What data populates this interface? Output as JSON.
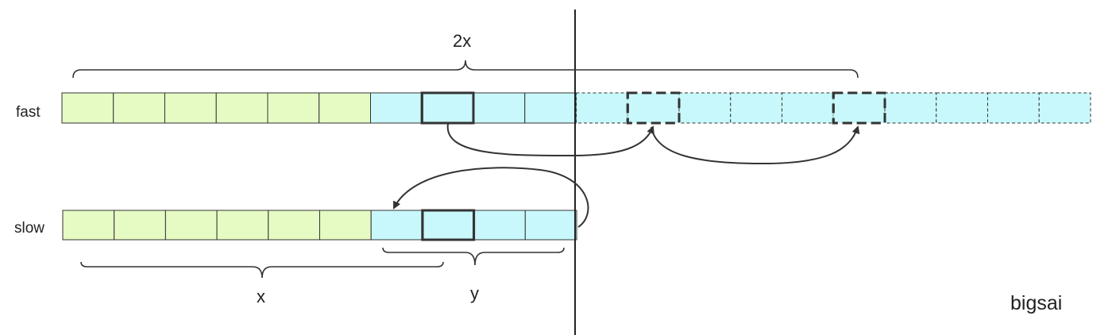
{
  "labels": {
    "fast": "fast",
    "slow": "slow",
    "x": "x",
    "y": "y",
    "two_x": "2x",
    "watermark": "bigsai"
  },
  "colors": {
    "green_cell": "#e6fbc4",
    "blue_cell": "#c8f8fb",
    "stroke": "#333333",
    "watermark": "#2e9e4f"
  },
  "fast_row": {
    "cells": [
      "green",
      "green",
      "green",
      "green",
      "green",
      "green",
      "blue",
      "blue-highlight",
      "blue",
      "blue",
      "blue-dashed",
      "blue-dashed-highlight",
      "blue-dashed",
      "blue-dashed",
      "blue-dashed",
      "blue-dashed-highlight",
      "blue-dashed",
      "blue-dashed",
      "blue-dashed",
      "blue-dashed"
    ]
  },
  "slow_row": {
    "cells": [
      "green",
      "green",
      "green",
      "green",
      "green",
      "green",
      "blue",
      "blue-highlight",
      "blue",
      "blue"
    ]
  }
}
